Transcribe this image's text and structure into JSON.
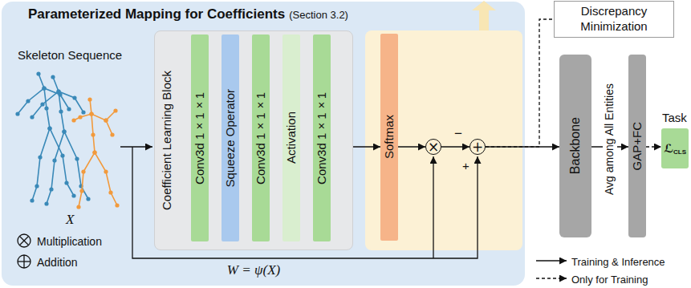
{
  "diagram": {
    "nodes": [
      {
        "text": [
          "Parameterized Mapping for Coefficients",
          "(Section 3.2)"
        ]
      },
      {
        "text": [
          "Coefficient Learning Block",
          "W = ψ(X)"
        ],
        "in": 0
      },
      {
        "text": [
          "Conv3d 1×1×1"
        ],
        "in": 1
      },
      {
        "text": [
          "Squeeze Operator"
        ],
        "in": 1
      },
      {
        "text": [
          "Conv3d 1×1×1"
        ],
        "in": 1
      },
      {
        "text": [
          "Activation"
        ],
        "in": 1
      },
      {
        "text": [
          "Conv3d 1×1×1"
        ],
        "in": 1
      },
      {
        "text": [
          "Softmax"
        ],
        "in": 0
      },
      {
        "text": [
          "×"
        ],
        "in": 0
      },
      {
        "text": [
          "+"
        ],
        "in": 0
      },
      {
        "text": [
          "Discrepancy Minimization"
        ]
      },
      {
        "text": [
          "Backbone"
        ]
      },
      {
        "text": [
          "GAP+FC"
        ]
      },
      {
        "text": [
          "Task",
          "ℒ",
          "CLS"
        ]
      }
    ],
    "edges": [
      {
        "from": 1,
        "to": 7,
        "arrow": "to"
      },
      {
        "from": 7,
        "to": 8,
        "arrow": "to"
      },
      {
        "from": 8,
        "to": 9,
        "arrow": "to"
      },
      {
        "from": 9,
        "to": 11,
        "arrow": "to"
      },
      {
        "from": 9,
        "to": 10,
        "arrow": "none"
      },
      {
        "from": 11,
        "to": 12,
        "arrow": "to",
        "label": "Avg among All Entities"
      },
      {
        "from": 12,
        "to": 13,
        "arrow": "to"
      }
    ],
    "labels": [
      "Skeleton Sequence",
      "X",
      "−",
      "+"
    ],
    "legend": [
      {
        "text": "Multiplication"
      },
      {
        "text": "Addition"
      },
      {
        "text": "Training & Inference"
      },
      {
        "text": "Only for Training"
      }
    ]
  }
}
